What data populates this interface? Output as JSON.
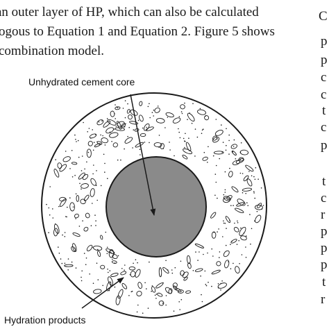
{
  "body_text": {
    "lines": [
      "an outer layer of HP, which can also be calculated",
      "ogous to Equation 1 and Equation 2. Figure 5 shows",
      "combination model."
    ],
    "right_column_chars": [
      "C",
      "p",
      "p",
      "c",
      "c",
      "t",
      "c",
      "p",
      "t",
      "c",
      "r",
      "p",
      "p",
      "p",
      "t",
      "r"
    ]
  },
  "figure": {
    "labels": {
      "core": "Unhydrated cement core",
      "products": "Hydration products"
    },
    "colors": {
      "core_fill": "#8a8a8a",
      "outline": "#1a1a1a",
      "background": "#ffffff"
    }
  }
}
